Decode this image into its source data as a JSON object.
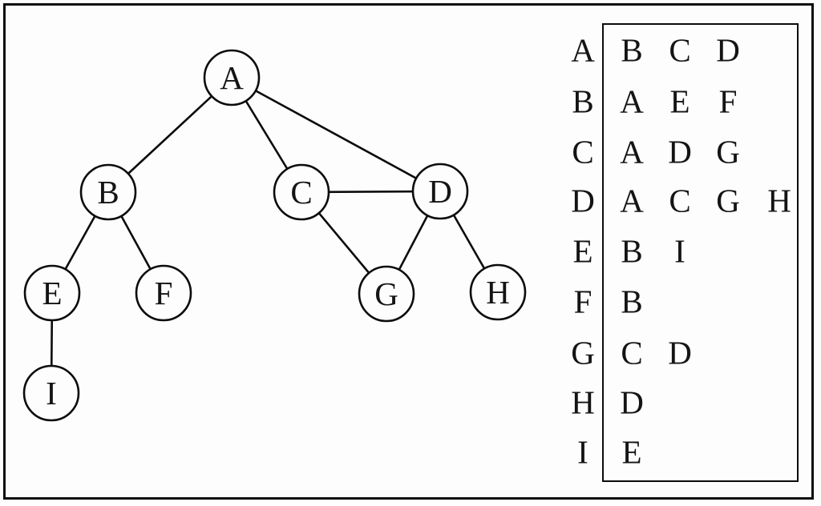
{
  "diagram": {
    "type": "undirected-graph-with-adjacency-list",
    "graph": {
      "nodes": [
        {
          "id": "A",
          "label": "A"
        },
        {
          "id": "B",
          "label": "B"
        },
        {
          "id": "C",
          "label": "C"
        },
        {
          "id": "D",
          "label": "D"
        },
        {
          "id": "E",
          "label": "E"
        },
        {
          "id": "F",
          "label": "F"
        },
        {
          "id": "G",
          "label": "G"
        },
        {
          "id": "H",
          "label": "H"
        },
        {
          "id": "I",
          "label": "I"
        }
      ],
      "edges": [
        [
          "A",
          "B"
        ],
        [
          "A",
          "C"
        ],
        [
          "A",
          "D"
        ],
        [
          "B",
          "E"
        ],
        [
          "B",
          "F"
        ],
        [
          "C",
          "D"
        ],
        [
          "C",
          "G"
        ],
        [
          "D",
          "G"
        ],
        [
          "D",
          "H"
        ],
        [
          "E",
          "I"
        ]
      ]
    },
    "adjacency_list": {
      "rows": [
        {
          "node": "A",
          "neighbors": [
            "B",
            "C",
            "D"
          ]
        },
        {
          "node": "B",
          "neighbors": [
            "A",
            "E",
            "F"
          ]
        },
        {
          "node": "C",
          "neighbors": [
            "A",
            "D",
            "G"
          ]
        },
        {
          "node": "D",
          "neighbors": [
            "A",
            "C",
            "G",
            "H"
          ]
        },
        {
          "node": "E",
          "neighbors": [
            "B",
            "I"
          ]
        },
        {
          "node": "F",
          "neighbors": [
            "B"
          ]
        },
        {
          "node": "G",
          "neighbors": [
            "C",
            "D"
          ]
        },
        {
          "node": "H",
          "neighbors": [
            "D"
          ]
        },
        {
          "node": "I",
          "neighbors": [
            "E"
          ]
        }
      ]
    },
    "colors": {
      "stroke": "#0c0c0c",
      "text": "#141414",
      "background": "#fdfdfd"
    }
  }
}
